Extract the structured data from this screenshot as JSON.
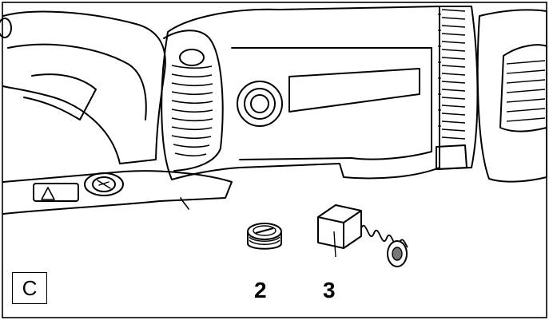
{
  "figure": {
    "panel_label": "C",
    "callouts": [
      {
        "label": "2",
        "part": "brush-cap"
      },
      {
        "label": "3",
        "part": "carbon-brush"
      }
    ],
    "colors": {
      "line": "#000000",
      "background": "#ffffff",
      "vent": "#444444",
      "hub": "#777777"
    }
  }
}
